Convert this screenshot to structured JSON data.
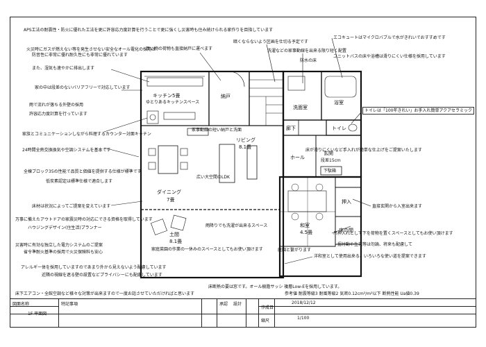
{
  "notes_top": "APS工法の耐震性・防火に優れた工法を更に許容応力度計算を行うことで更に強くし災害時も住み続けられる家作りを目指しています",
  "notes_left": [
    "火災時にガスが燃えない等を発生させない安全なオール電化の採用は",
    "防音性に非常に優れ耐久性にも非常に優れています",
    "また、湿気も速やかに排出します",
    "家の中は段差のないバリアフリーで対応しています",
    "雨で流れが落ちる外壁の採用",
    "許容応力度計算を行っています",
    "家族とコミュニケーションしながら料理するカウンター対面キッチン",
    "24時間全熱交換換気や空調システムを基本です",
    "全棟ブロック35の性能で品質と価値を提供する仕様が標準です",
    "低炭素認定は標準仕様で適合します",
    "床材は状況によってご提案を変えています",
    "万事に備えたアウトドアの家震災時の対応にできる資格を取得しています",
    "ハウジングデザイン(住生活)プランナー",
    "災害時に有効な独立した電力システムのご提案",
    "省令準耐火基準の採用で火災保険料も安心",
    "アレルギー体を採用していますのであまり外から見えないよう配慮しています",
    "近隣の視線を遮る壁の設置などプライバシーにも配慮しています"
  ],
  "notes_center": [
    "買い物の荷物も直接納戸に運べます",
    "暗くならないよう区画を仕切る予定です",
    "洗濯などの家事動線を出来る限り短く配置",
    "防水の床",
    "家事動線の短い納戸と洗面",
    "ゆとりあるキッチンスペース",
    "広い大空間のLDK",
    "雨降りでも洗濯が出来るスペース",
    "家庭菜園の作業の一休みのスペースとしてもお使い頂けます",
    "庭園と繋がります",
    "直接玄関から入室出来ます",
    "吊押入れとして下を荷物を置くスペースとしてもお使い頂けます",
    "掘付動や生花等は勿論、将来も配慮して",
    "洋和室として使用出来る、いろいろな使い道を提案できます",
    "床が滑りにくいなど手入れが簡単な仕上げをご提案いたします"
  ],
  "notes_right": [
    "エコキュートはマイクロバブルで水がきれいでおすすめです",
    "ユニットバスの床や浴槽は滑りにくい仕様を採用しています",
    "トイレは「100年きれい」お手入れ簡単アクアセラミック"
  ],
  "notes_bottom": [
    "床断熱の要は窓です。オール樹脂サッシ 複層Low-Eを採用しています。",
    "床下エアコン・全館空調など様々な対策が出来ますので一度お話させていただければと思います"
  ],
  "performance": "参考値   耐震等級3  耐風等級2  気密0.12cm²/m²以下  断熱性能  Ua値0.39",
  "rooms": {
    "kitchen": "キッチン5畳",
    "nando": "納戸",
    "yokushitsu": "浴室",
    "senmen": "洗面室",
    "rouka": "廊下",
    "toilet": "トイレ",
    "hall": "ホール",
    "genkan": "玄関",
    "genkan_sub": "段差15cm",
    "shitabako": "下駄箱",
    "living": "リビング",
    "living_size": "8.1畳",
    "dining": "ダイニング",
    "dining_size": "7畳",
    "doma": "土間",
    "doma_size": "8.1畳",
    "washitsu": "和室",
    "washitsu_size": "4.5畳",
    "oshiire": "押入",
    "tokonoma": "床の間",
    "hiroi_ldk": "広い大空間のLDK",
    "kaidan": "階段"
  },
  "titleblock": {
    "label_drawing_name": "図面名称",
    "drawing_name": "1F 平面図",
    "label_remarks": "特記事項",
    "label_approved": "承認",
    "label_design": "設計",
    "label_date": "作成日",
    "date": "2018/12/12",
    "label_scale": "縮尺",
    "scale": "1/100"
  }
}
